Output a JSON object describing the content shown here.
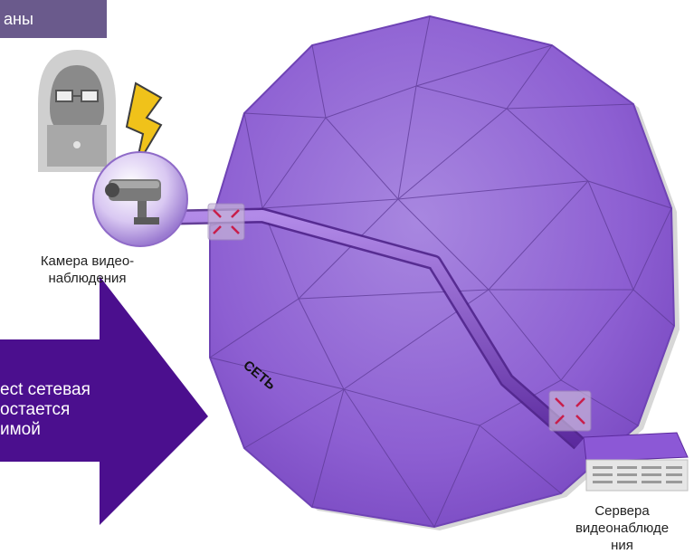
{
  "banner": {
    "text": "аны"
  },
  "labels": {
    "camera": "Камера видео-наблюдения",
    "camera_line1": "Камера видео-",
    "camera_line2": "наблюдения",
    "server_line1": "Сервера",
    "server_line2": "видеонаблюде",
    "server_line3": "ния",
    "network": "СЕТЬ"
  },
  "arrow": {
    "line1": "ect сетевая",
    "line2": "остается",
    "line3": "имой"
  },
  "colors": {
    "sphere": "#9b6ed8",
    "sphere_dark": "#6f43b5",
    "arrow": "#4b0f8e",
    "banner": "#6a5a8c",
    "lightning": "#f0c21a",
    "link_node": "#c81e4a"
  },
  "icons": [
    "hacker-icon",
    "lightning-icon",
    "camera-icon",
    "server-icon",
    "link-node-icon"
  ]
}
